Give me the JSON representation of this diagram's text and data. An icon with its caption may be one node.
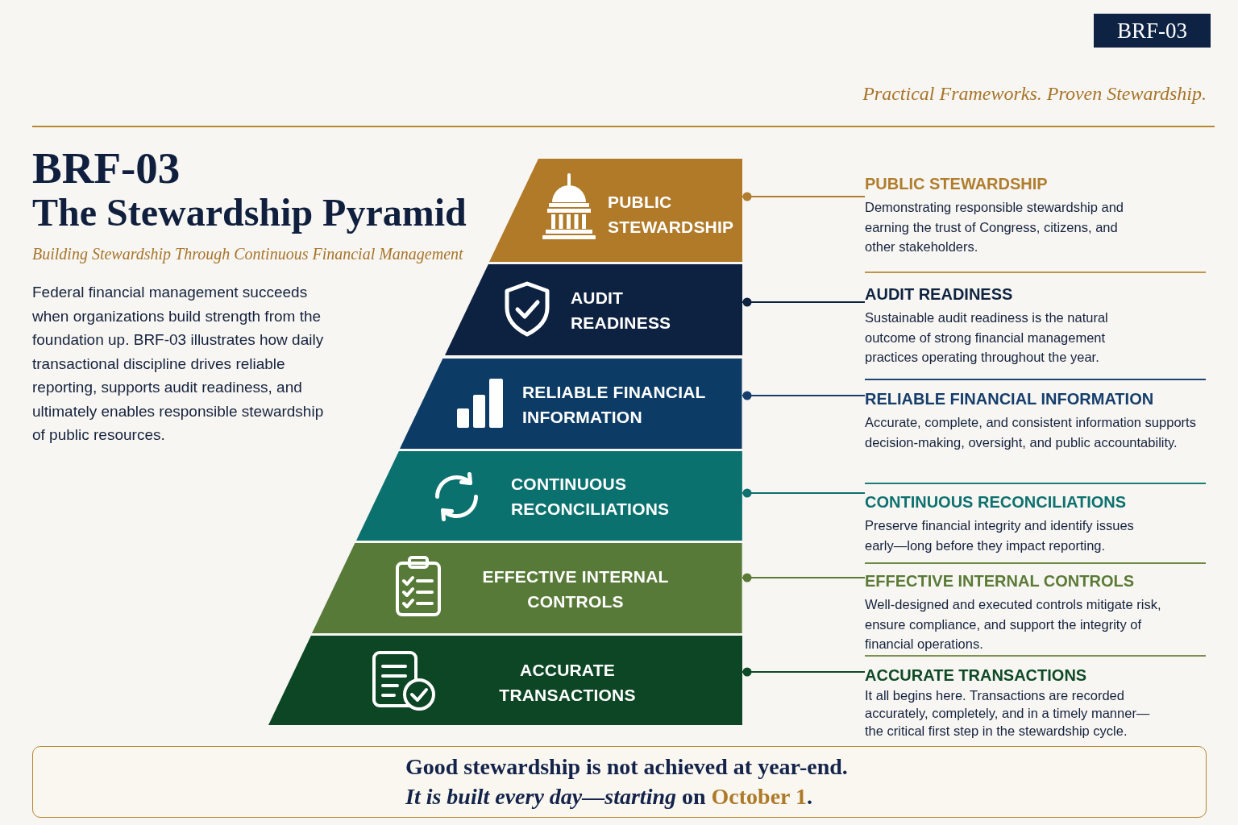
{
  "diagram": {
    "title": "BRF-03 The Stewardship Pyramid",
    "nodes": [
      {
        "text": [
          "PUBLIC STEWARDSHIP"
        ]
      },
      {
        "text": [
          "AUDIT READINESS"
        ]
      },
      {
        "text": [
          "RELIABLE FINANCIAL INFORMATION"
        ]
      },
      {
        "text": [
          "CONTINUOUS RECONCILIATIONS"
        ]
      },
      {
        "text": [
          "EFFECTIVE INTERNAL CONTROLS"
        ]
      },
      {
        "text": [
          "ACCURATE TRANSACTIONS"
        ]
      },
      {
        "text": [
          "PUBLIC STEWARDSHIP",
          "Demonstrating responsible stewardship and earning the trust of Congress, citizens, and other stakeholders."
        ]
      },
      {
        "text": [
          "AUDIT READINESS",
          "Sustainable audit readiness is the natural outcome of strong financial management practices operating throughout the year."
        ]
      },
      {
        "text": [
          "RELIABLE FINANCIAL INFORMATION",
          "Accurate, complete, and consistent information supports decision-making, oversight, and public accountability."
        ]
      },
      {
        "text": [
          "CONTINUOUS RECONCILIATIONS",
          "Preserve financial integrity and identify issues early—long before they impact reporting."
        ]
      },
      {
        "text": [
          "EFFECTIVE INTERNAL CONTROLS",
          "Well-designed and executed controls mitigate risk, ensure compliance, and support the integrity of financial operations."
        ]
      },
      {
        "text": [
          "ACCURATE TRANSACTIONS",
          "It all begins here. Transactions are recorded accurately, completely, and in a timely manner—the critical first step in the stewardship cycle."
        ]
      }
    ],
    "edges": [
      {
        "from": 0,
        "to": 6,
        "arrow": "other",
        "color": "#b07d2e"
      },
      {
        "from": 1,
        "to": 7,
        "arrow": "other",
        "color": "#0f2340"
      },
      {
        "from": 2,
        "to": 8,
        "arrow": "other",
        "color": "#163e6c"
      },
      {
        "from": 3,
        "to": 9,
        "arrow": "other",
        "color": "#0e716f"
      },
      {
        "from": 4,
        "to": 10,
        "arrow": "other",
        "color": "#5b7a36"
      },
      {
        "from": 5,
        "to": 11,
        "arrow": "other",
        "color": "#0f4a26"
      }
    ],
    "labels": [
      "BRF-03",
      "Practical Frameworks. Proven Stewardship.",
      "Building Stewardship Through Continuous Financial Management",
      "Federal financial management succeeds when organizations build strength from the foundation up. BRF-03 illustrates how daily transactional discipline drives reliable reporting, supports audit readiness, and ultimately enables responsible stewardship of public resources.",
      "Good stewardship is not achieved at year-end.",
      "*It is built every day—starting* on **October 1**."
    ]
  }
}
